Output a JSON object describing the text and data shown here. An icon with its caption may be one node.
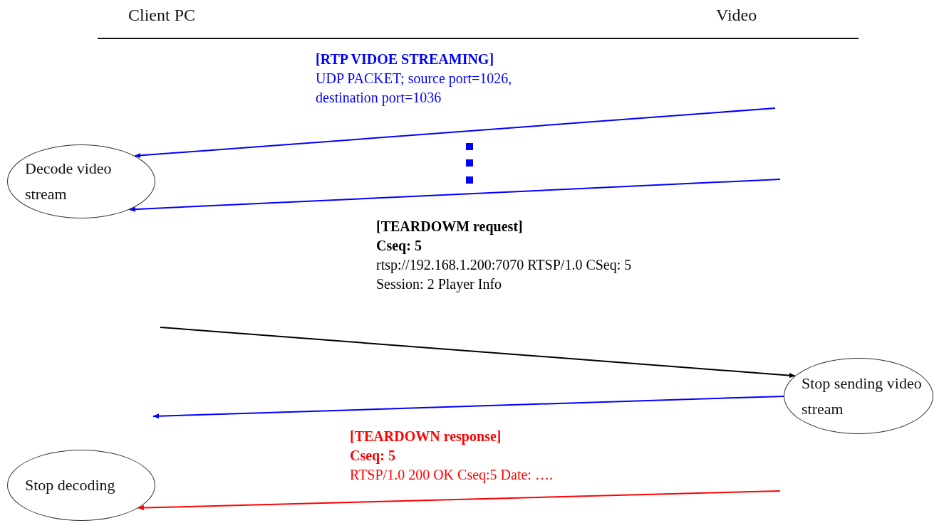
{
  "diagram": {
    "nodes": [
      {
        "text": [
          "Decode video stream"
        ]
      },
      {
        "text": [
          "Stop sending video stream"
        ]
      },
      {
        "text": [
          "Stop decoding"
        ]
      }
    ],
    "edges": [
      {
        "from": null,
        "to": 0,
        "arrow": "to",
        "label": "**[RTP VIDOE STREAMING]** UDP PACKET; source port=1026, destination port=1036"
      },
      {
        "from": null,
        "to": 0,
        "arrow": "to"
      },
      {
        "from": null,
        "to": 1,
        "arrow": "to",
        "color": "#000000",
        "label": "**[TEARDOWM request]** **Cseq: 5** rtsp://192.168.1.200:7070 RTSP/1.0 CSeq: 5 Session: 2 Player Info"
      },
      {
        "from": 1,
        "to": null,
        "arrow": "to"
      },
      {
        "from": null,
        "to": 2,
        "arrow": "to",
        "color": "#ff0000",
        "label": "**[TEARDOWN response]** **Cseq: 5** RTSP/1.0 200 OK Cseq:5 Date: …."
      }
    ],
    "labels": [
      "Client PC",
      "Video"
    ]
  }
}
